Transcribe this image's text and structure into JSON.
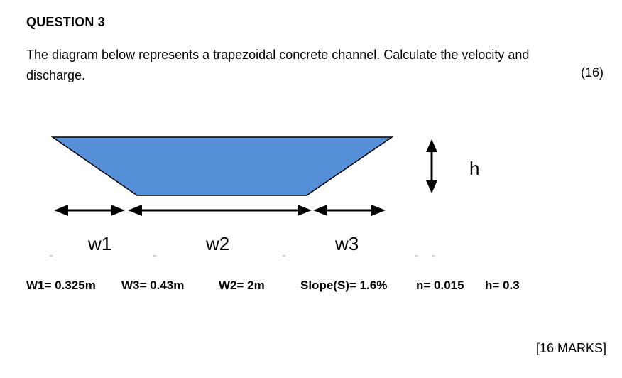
{
  "heading": "QUESTION 3",
  "question": {
    "text": "The diagram below represents a trapezoidal concrete channel. Calculate the velocity and discharge.",
    "marks": "(16)"
  },
  "diagram": {
    "fill_color": "#5590d9",
    "labels": {
      "w1": "w1",
      "w2": "w2",
      "w3": "w3",
      "h": "h"
    }
  },
  "parameters": [
    "W1= 0.325m",
    "W3= 0.43m",
    "W2= 2m",
    "Slope(S)= 1.6%",
    "n= 0.015",
    "h= 0.3"
  ],
  "total_marks": "[16 MARKS]"
}
